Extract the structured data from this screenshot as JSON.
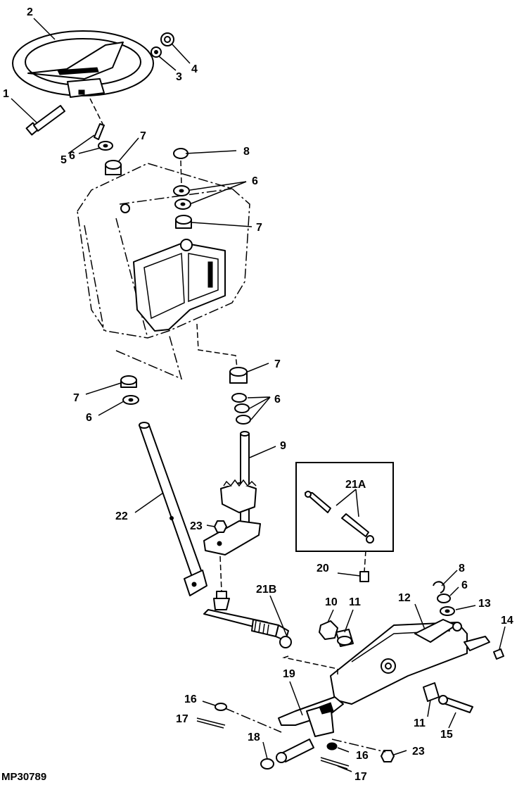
{
  "figure_id": "MP30789",
  "callouts": {
    "c1": "1",
    "c2": "2",
    "c3": "3",
    "c4": "4",
    "c5": "5",
    "c6a": "6",
    "c6b": "6",
    "c6c": "6",
    "c6d": "6",
    "c6e": "6",
    "c7a": "7",
    "c7b": "7",
    "c7c": "7",
    "c7d": "7",
    "c8a": "8",
    "c8b": "8",
    "c9": "9",
    "c10": "10",
    "c11a": "11",
    "c11b": "11",
    "c12": "12",
    "c13": "13",
    "c14": "14",
    "c15": "15",
    "c16a": "16",
    "c16b": "16",
    "c17a": "17",
    "c17b": "17",
    "c18": "18",
    "c19": "19",
    "c20": "20",
    "c21A": "21A",
    "c21B": "21B",
    "c22": "22",
    "c23a": "23",
    "c23b": "23"
  }
}
